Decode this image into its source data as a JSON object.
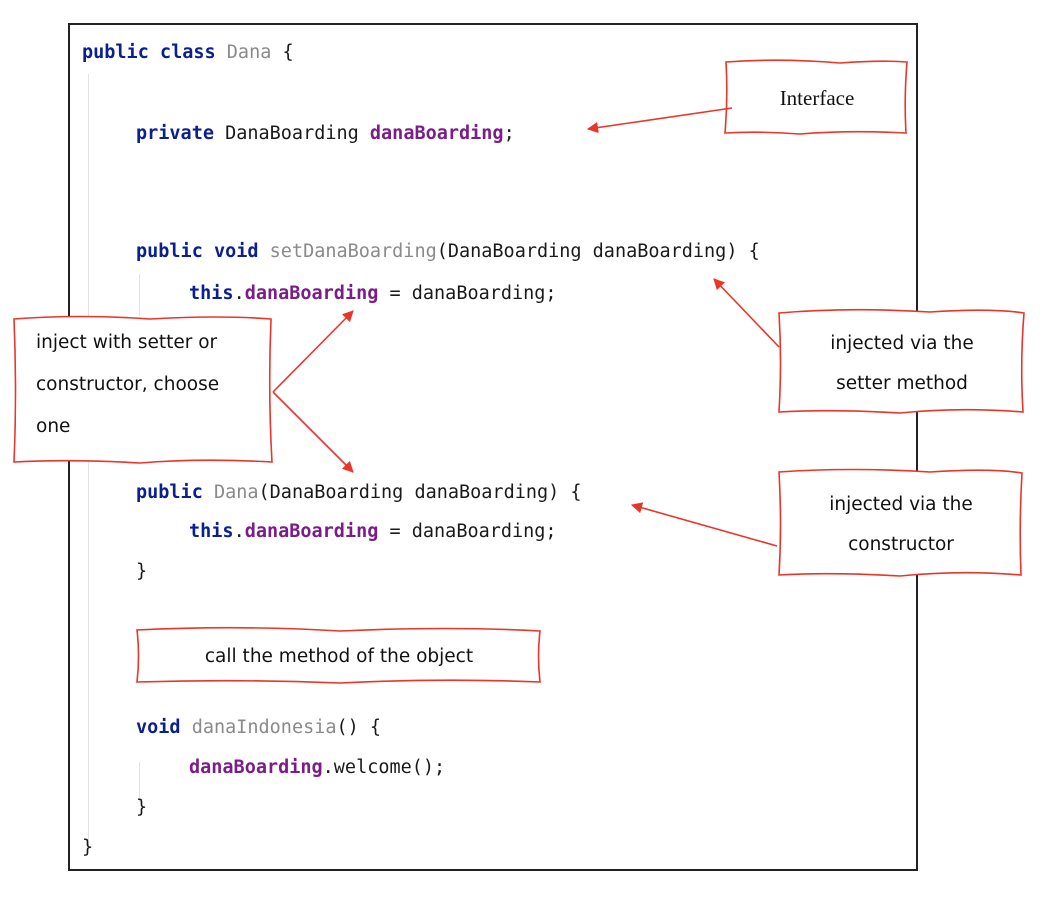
{
  "code": {
    "line1": [
      "public class ",
      "Dana",
      " {"
    ],
    "line2": [
      "private ",
      "DanaBoarding ",
      "danaBoarding",
      ";"
    ],
    "line3": [
      "public void ",
      "setDanaBoarding",
      "(DanaBoarding danaBoarding) {"
    ],
    "line4": [
      "this",
      ".",
      "danaBoarding",
      " = danaBoarding;"
    ],
    "line6": [
      "public ",
      "Dana",
      "(DanaBoarding danaBoarding) {"
    ],
    "line7": [
      "this",
      ".",
      "danaBoarding",
      " = danaBoarding;"
    ],
    "line8": "}",
    "line9": [
      "void ",
      "danaIndonesia",
      "() {"
    ],
    "line10": [
      "danaBoarding",
      ".welcome();"
    ],
    "line11": "}",
    "line12": "}"
  },
  "annotations": {
    "interface": "Interface",
    "setter": [
      "injected via the",
      "setter method"
    ],
    "constructor": [
      "injected via the",
      "constructor"
    ],
    "choose": [
      "inject with setter or",
      "constructor, choose",
      "one"
    ],
    "call": "call the method of the object"
  },
  "colors": {
    "keyword": "#0b1f8f",
    "field": "#7a1d88",
    "declaration": "#8a8a8a",
    "annotation_border": "#e8362a",
    "arrow": "#e8362a"
  }
}
